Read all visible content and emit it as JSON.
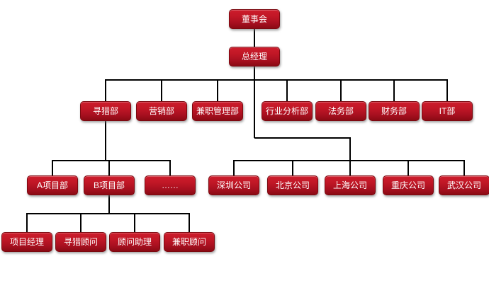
{
  "diagram": {
    "type": "org-chart",
    "background_color": "#ffffff",
    "node_fill_top": "#cd1d2c",
    "node_fill_bottom": "#8b0a14",
    "node_text_color": "#ffffff",
    "connector_color": "#000000"
  },
  "nodes": [
    {
      "id": "board",
      "label": "董事会"
    },
    {
      "id": "general-manager",
      "label": "总经理"
    },
    {
      "id": "dept-xunlie",
      "label": "寻猎部"
    },
    {
      "id": "dept-yingxiao",
      "label": "营销部"
    },
    {
      "id": "dept-jianzhi",
      "label": "兼职管理部"
    },
    {
      "id": "dept-hangye",
      "label": "行业分析部"
    },
    {
      "id": "dept-fawu",
      "label": "法务部"
    },
    {
      "id": "dept-caiwu",
      "label": "财务部"
    },
    {
      "id": "dept-it",
      "label": "IT部"
    },
    {
      "id": "proj-a",
      "label": "A项目部"
    },
    {
      "id": "proj-b",
      "label": "B项目部"
    },
    {
      "id": "proj-more",
      "label": "……"
    },
    {
      "id": "co-shenzhen",
      "label": "深圳公司"
    },
    {
      "id": "co-beijing",
      "label": "北京公司"
    },
    {
      "id": "co-shanghai",
      "label": "上海公司"
    },
    {
      "id": "co-chongqing",
      "label": "重庆公司"
    },
    {
      "id": "co-wuhan",
      "label": "武汉公司"
    },
    {
      "id": "role-jingli",
      "label": "项目经理"
    },
    {
      "id": "role-guwen",
      "label": "寻猎顾问"
    },
    {
      "id": "role-zhuli",
      "label": "顾问助理"
    },
    {
      "id": "role-jianzhi",
      "label": "兼职顾问"
    }
  ],
  "hierarchy": {
    "董事会": [
      "总经理"
    ],
    "总经理": [
      "寻猎部",
      "营销部",
      "兼职管理部",
      "行业分析部",
      "法务部",
      "财务部",
      "IT部",
      "深圳公司",
      "北京公司",
      "上海公司",
      "重庆公司",
      "武汉公司"
    ],
    "寻猎部": [
      "A项目部",
      "B项目部",
      "……"
    ],
    "B项目部": [
      "项目经理",
      "寻猎顾问",
      "顾问助理",
      "兼职顾问"
    ]
  }
}
